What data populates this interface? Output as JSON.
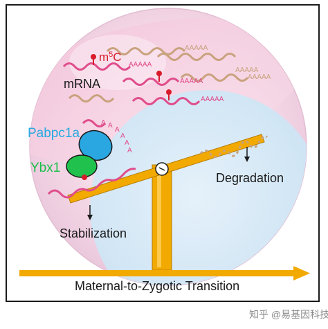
{
  "labels": {
    "mrna": "mRNA",
    "m5c_base": "m",
    "m5c_sup": "5",
    "m5c_tail": "C",
    "pabpc1a": "Pabpc1a",
    "ybx1": "Ybx1",
    "degradation": "Degradation",
    "stabilization": "Stabilization",
    "timeline": "Maternal-to-Zygotic Transition"
  },
  "polyA_tail": "AAAAA",
  "watermark": "知乎 @易基因科技",
  "colors": {
    "mrna_pink": "#e04d8b",
    "mrna_tan": "#c9a27e",
    "m5c_red": "#d81b2a",
    "pabpc1a_blue": "#2aa6e0",
    "ybx1_green": "#20c24d",
    "seesaw_orange": "#f2a900",
    "timeline_orange": "#f2a900"
  }
}
